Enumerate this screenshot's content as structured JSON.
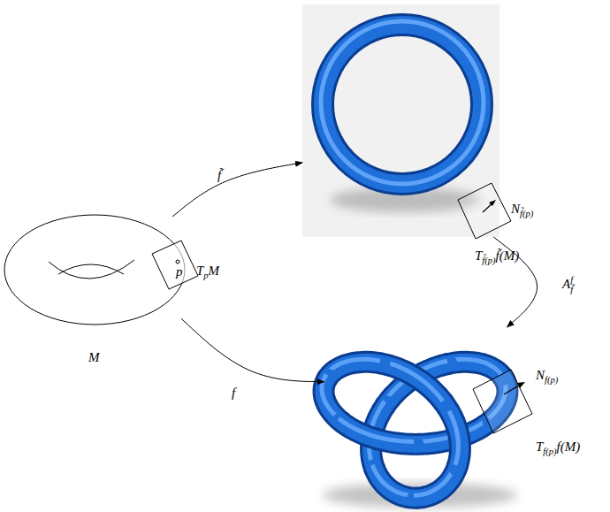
{
  "diagram": {
    "nodes": [
      {
        "text": [
          "M",
          "p",
          "TpM"
        ]
      },
      {
        "text": [
          "Nf̃(p)",
          "Tf̃(p)f̃(M)"
        ]
      },
      {
        "text": [
          "Nf(p)",
          "Tf(p)f(M)"
        ]
      }
    ],
    "edges": [
      {
        "from": 0,
        "to": 1,
        "arrow": "to",
        "label": "f̃"
      },
      {
        "from": 0,
        "to": 2,
        "arrow": "to",
        "label": "f"
      },
      {
        "from": 1,
        "to": 2,
        "arrow": "to",
        "label": "Aff̃"
      }
    ]
  }
}
